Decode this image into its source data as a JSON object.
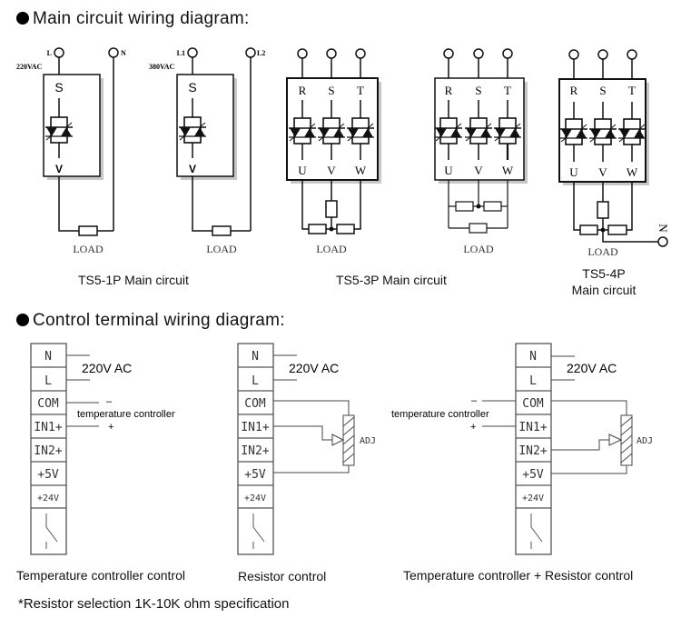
{
  "main_section": {
    "heading": "Main circuit wiring diagram:",
    "diagrams": [
      {
        "id": "ts5-1p-220",
        "terminal_left": "L",
        "terminal_right": "N",
        "voltage": "220VAC",
        "top_label": "S",
        "bottom_label": "V",
        "load_label": "LOAD"
      },
      {
        "id": "ts5-1p-380",
        "terminal_left": "L1",
        "terminal_right": "L2",
        "voltage": "380VAC",
        "top_label": "S",
        "bottom_label": "V",
        "load_label": "LOAD"
      },
      {
        "id": "ts5-3p-star",
        "top_labels": [
          "R",
          "S",
          "T"
        ],
        "bottom_labels": [
          "U",
          "V",
          "W"
        ],
        "load_label": "LOAD"
      },
      {
        "id": "ts5-3p-delta",
        "top_labels": [
          "R",
          "S",
          "T"
        ],
        "bottom_labels": [
          "U",
          "V",
          "W"
        ],
        "load_label": "LOAD"
      },
      {
        "id": "ts5-4p",
        "top_labels": [
          "R",
          "S",
          "T"
        ],
        "bottom_labels": [
          "U",
          "V",
          "W"
        ],
        "load_label": "LOAD",
        "neutral_label": "N"
      }
    ],
    "captions": {
      "ts5_1p": "TS5-1P Main circuit",
      "ts5_3p": "TS5-3P Main circuit",
      "ts5_4p_line1": "TS5-4P",
      "ts5_4p_line2": "Main circuit"
    }
  },
  "control_section": {
    "heading": "Control terminal wiring diagram:",
    "terminals": [
      "N",
      "L",
      "COM",
      "IN1+",
      "IN2+",
      "+5V",
      "+24V"
    ],
    "supply_label": "220V AC",
    "controller_label": "temperature controller",
    "minus_label": "–",
    "plus_label": "+",
    "adj_label": "ADJ",
    "captions": {
      "temp_control": "Temperature controller control",
      "resistor_control": "Resistor control",
      "combined_control": "Temperature controller + Resistor control"
    }
  },
  "footnote": "*Resistor selection 1K-10K ohm specification",
  "colors": {
    "line": "#111111",
    "box_shadow": "#b8b8b8",
    "terminal_border": "#555555",
    "thin_wire": "#444444"
  }
}
